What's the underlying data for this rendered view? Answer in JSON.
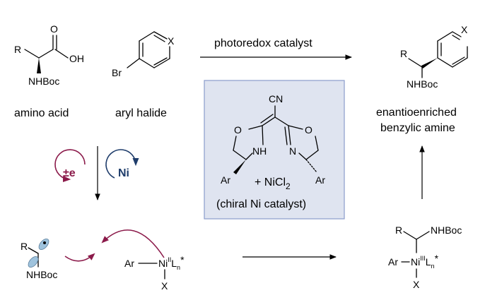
{
  "reaction": {
    "top_arrow_label": "photoredox catalyst",
    "reactant_amino_acid": {
      "name": "amino acid",
      "atoms": {
        "R": "R",
        "O": "O",
        "OH": "OH",
        "NHBoc": "NHBoc"
      }
    },
    "reactant_aryl_halide": {
      "name": "aryl halide",
      "atoms": {
        "Br": "Br",
        "X": "X"
      }
    },
    "product": {
      "name_line1": "enantioenriched",
      "name_line2": "benzylic amine",
      "atoms": {
        "R": "R",
        "NHBoc": "NHBoc",
        "X": "X"
      }
    },
    "catalyst_box": {
      "caption": "(chiral Ni catalyst)",
      "additive": "+ NiCl",
      "additive_subscript": "2",
      "atoms": {
        "CN": "CN",
        "O_left": "O",
        "O_right": "O",
        "NH": "NH",
        "N": "N",
        "Ar_left": "Ar",
        "Ar_right": "Ar"
      },
      "colors": {
        "fill": "#dfe4f0",
        "border": "#8a9ccc"
      }
    },
    "cycles": {
      "electron": {
        "label": "±e",
        "color": "#8b1a4a"
      },
      "nickel": {
        "label": "Ni",
        "color": "#1f3d6b"
      }
    },
    "radical": {
      "atoms": {
        "R": "R",
        "NHBoc": "NHBoc"
      }
    },
    "ni_complex_II": {
      "ar": "Ar",
      "ni": "Ni",
      "oxidation": "II",
      "ligand": "L",
      "ligand_subscript": "n",
      "star": "*",
      "x": "X"
    },
    "ni_complex_III": {
      "r": "R",
      "nhboc": "NHBoc",
      "ar": "Ar",
      "ni": "Ni",
      "oxidation": "III",
      "ligand": "L",
      "ligand_subscript": "n",
      "star": "*",
      "x": "X"
    },
    "colors": {
      "curved_arrow": "#8b1a4a",
      "orbital": "#9fc3dd"
    }
  }
}
